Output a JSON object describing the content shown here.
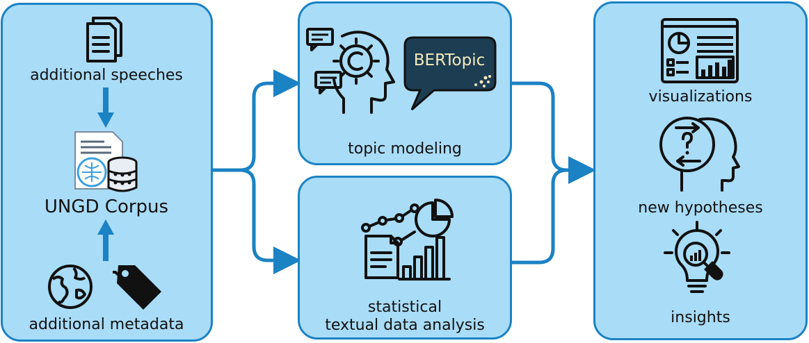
{
  "left_panel": {
    "speeches_label": "additional speeches",
    "corpus_label": "UNGD Corpus",
    "metadata_label": "additional metadata"
  },
  "middle_panel": {
    "topic_modeling_label": "topic modeling",
    "bertopic_label": "BERTopic",
    "analysis_label_line1": "statistical",
    "analysis_label_line2": "textual data analysis"
  },
  "right_panel": {
    "visualizations_label": "visualizations",
    "hypotheses_label": "new hypotheses",
    "insights_label": "insights"
  },
  "colors": {
    "panel_fill": "#a9dcf7",
    "panel_border": "#1b82c4",
    "arrow": "#1b82c4",
    "bertopic_bubble": "#1d3d52",
    "bertopic_text": "#f3ebbd"
  },
  "icons": [
    "documents-icon",
    "database-document-icon",
    "globe-icon",
    "tag-icon",
    "head-gear-icon",
    "speech-bubble-icon",
    "data-analysis-icon",
    "dashboard-icon",
    "head-question-icon",
    "lightbulb-chart-icon"
  ]
}
